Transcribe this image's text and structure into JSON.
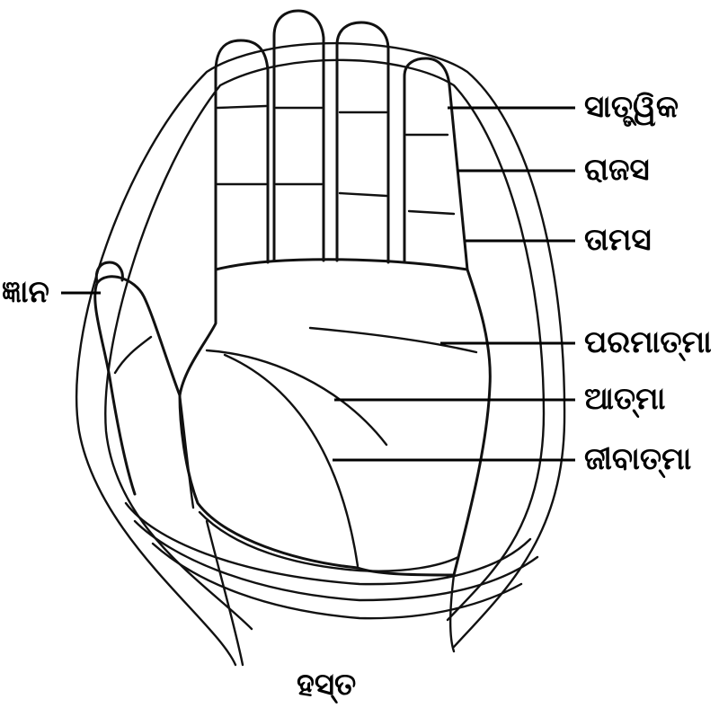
{
  "labels": {
    "sattvika": "ସାତ୍ତ୍ୱିକ",
    "rajasa": "ରାଜସ",
    "tamasa": "ତାମସ",
    "jnana": "ଜ୍ଞାନ",
    "paramatma": "ପରମାତ୍ମା",
    "atma": "ଆତ୍ମା",
    "jibatma": "ଜୀବାତ୍ମା"
  },
  "caption": "ହସ୍ତ",
  "colors": {
    "ink": "#111111",
    "background": "#ffffff"
  }
}
